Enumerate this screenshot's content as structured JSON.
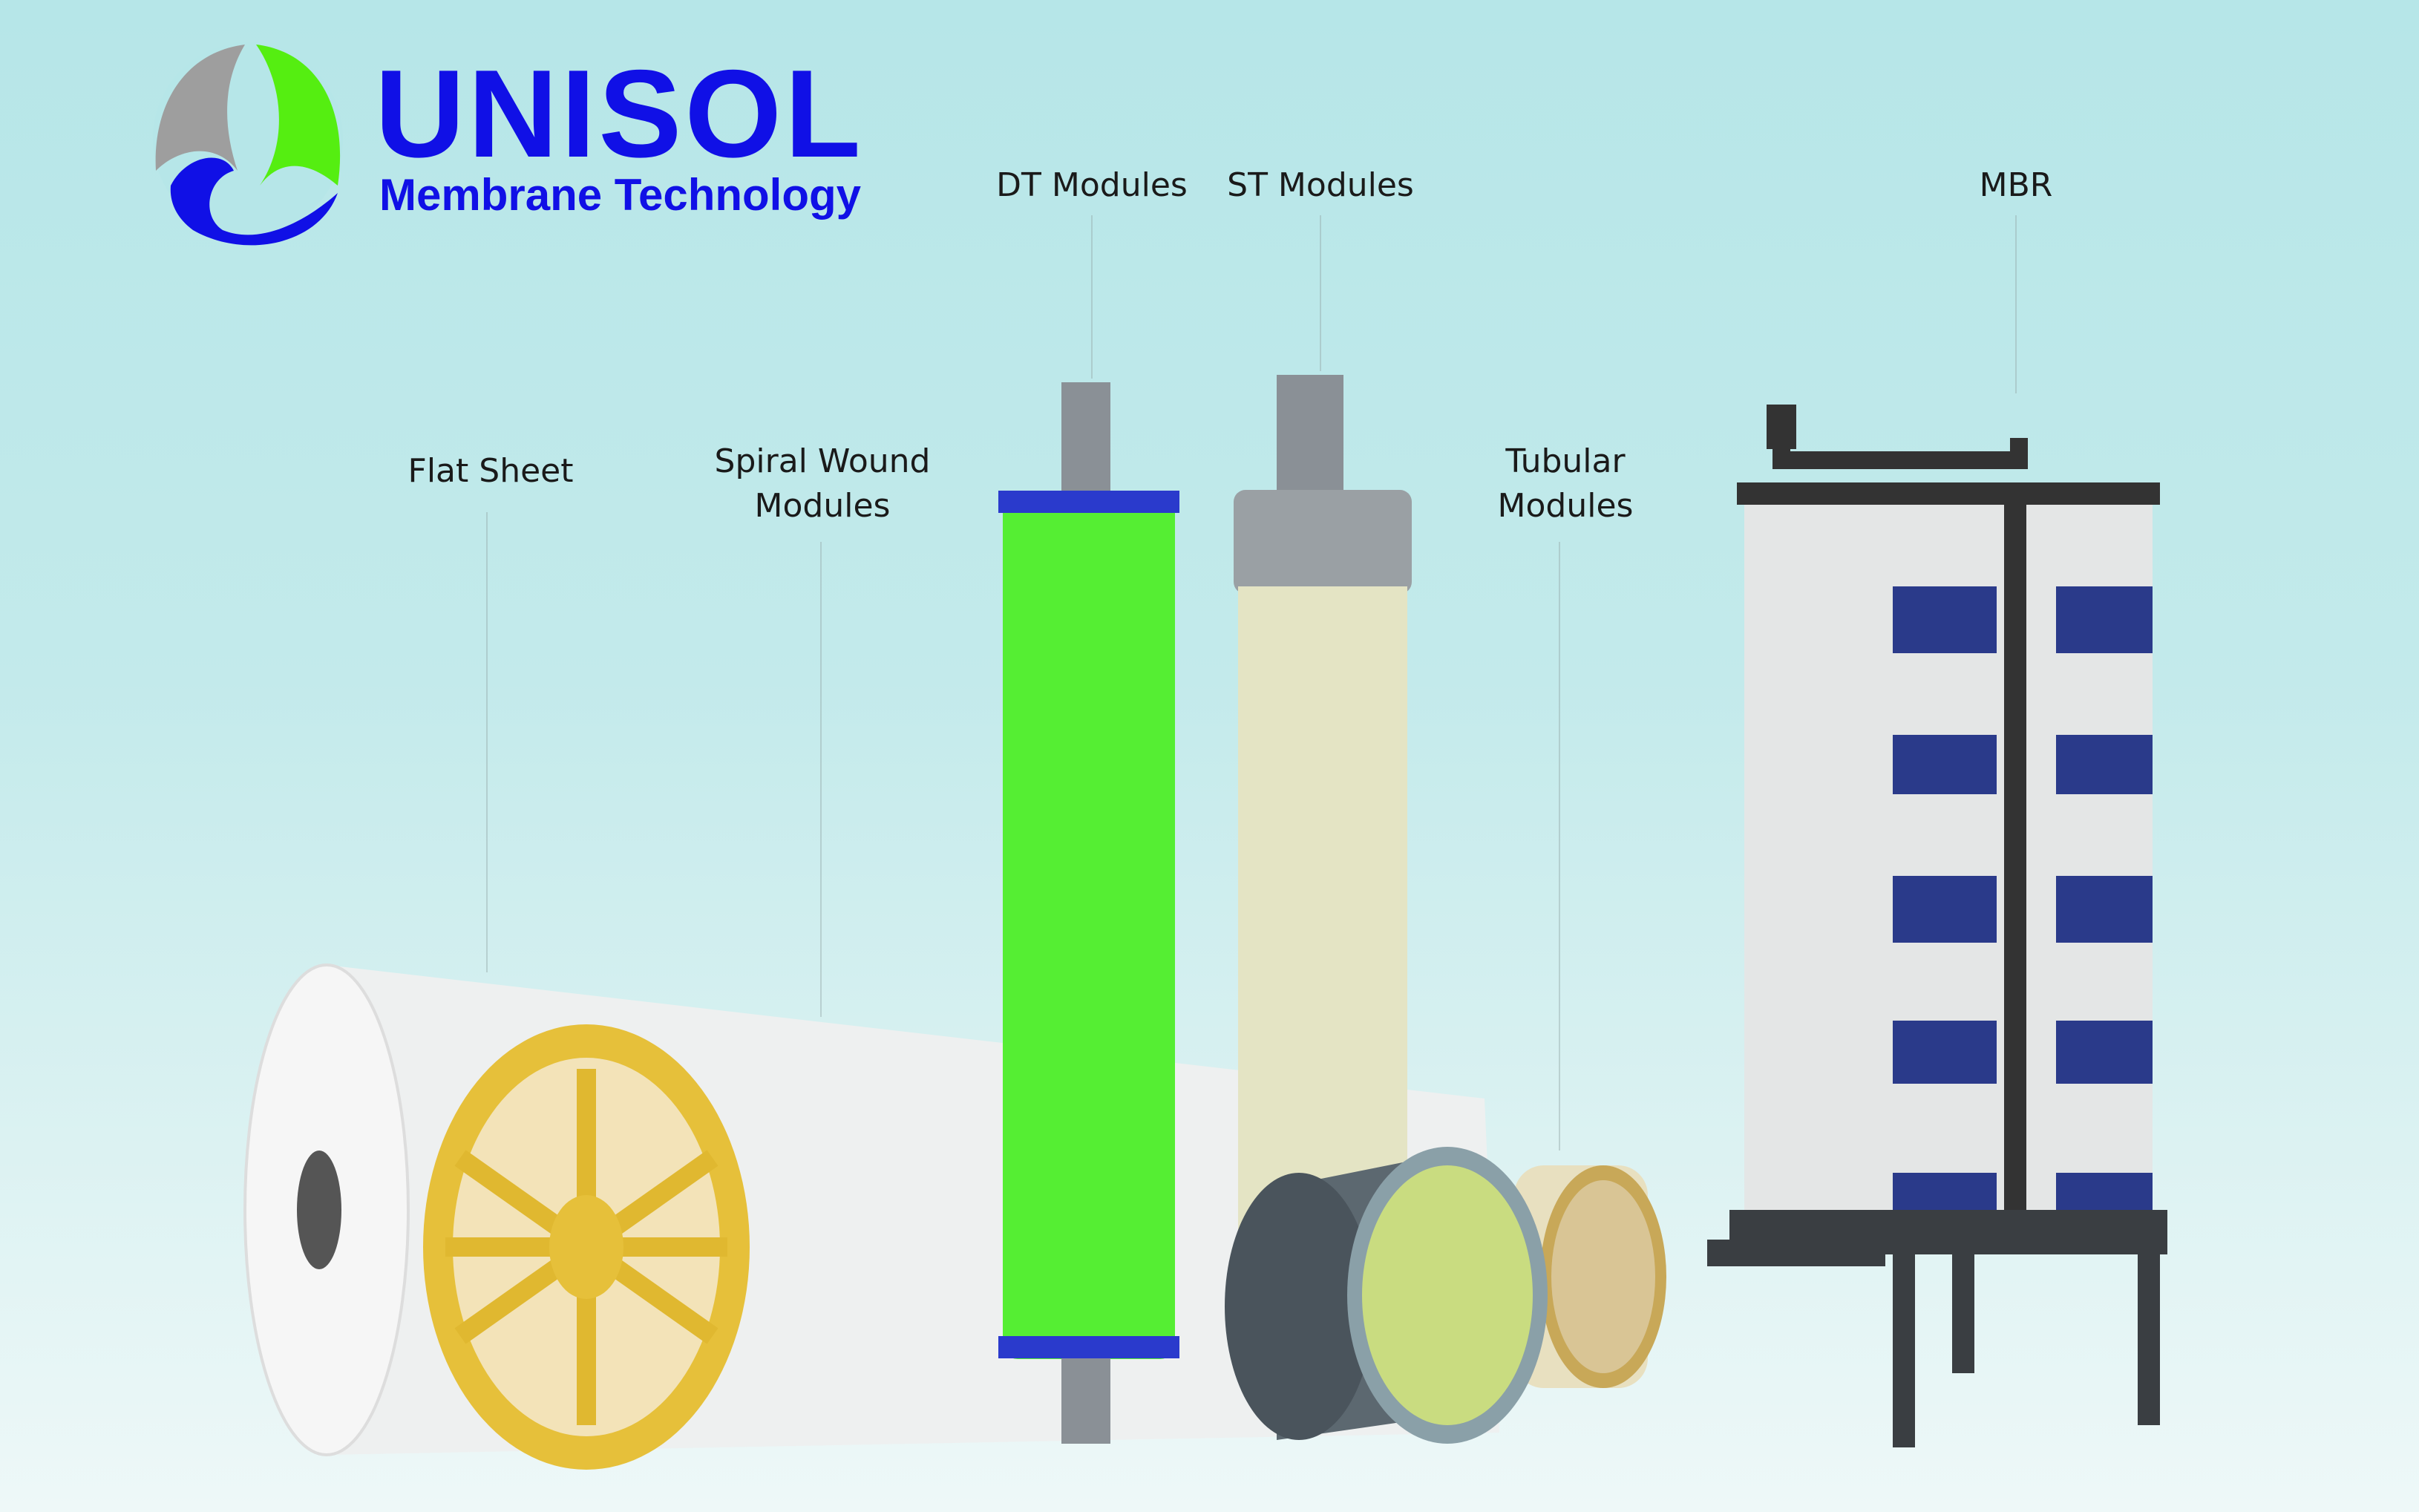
{
  "brand": {
    "name": "UNISOL",
    "tagline": "Membrane Technology",
    "color": "#1010e6",
    "logo_colors": [
      "#9e9e9e",
      "#55ee11",
      "#1010e6"
    ]
  },
  "products": {
    "flat_sheet": "Flat Sheet",
    "spiral_wound": [
      "Spiral Wound",
      "Modules"
    ],
    "dt_modules": "DT Modules",
    "st_modules": "ST Modules",
    "tubular": [
      "Tubular",
      "Modules"
    ],
    "mbr": "MBR"
  }
}
